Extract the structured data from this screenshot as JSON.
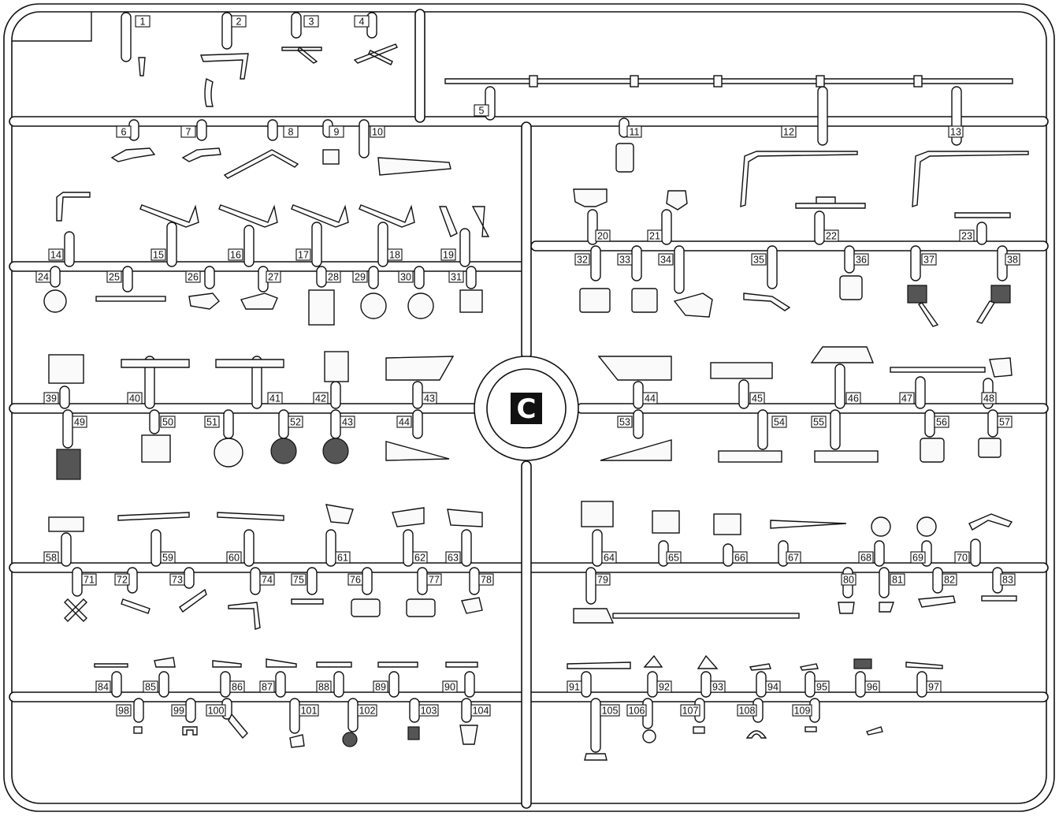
{
  "sprue": {
    "letter": "C",
    "part_numbers": [
      "1",
      "2",
      "3",
      "4",
      "5",
      "6",
      "7",
      "8",
      "9",
      "10",
      "11",
      "12",
      "13",
      "14",
      "15",
      "16",
      "17",
      "18",
      "19",
      "20",
      "21",
      "22",
      "23",
      "24",
      "25",
      "26",
      "27",
      "28",
      "29",
      "30",
      "31",
      "32",
      "33",
      "34",
      "35",
      "36",
      "37",
      "38",
      "39",
      "40",
      "41",
      "42",
      "43",
      "44",
      "45",
      "46",
      "47",
      "48",
      "49",
      "50",
      "51",
      "52",
      "43",
      "44",
      "53",
      "54",
      "55",
      "56",
      "57",
      "58",
      "59",
      "60",
      "61",
      "62",
      "63",
      "64",
      "65",
      "66",
      "67",
      "68",
      "69",
      "70",
      "71",
      "72",
      "73",
      "74",
      "75",
      "76",
      "77",
      "78",
      "79",
      "80",
      "81",
      "82",
      "83",
      "84",
      "85",
      "86",
      "87",
      "88",
      "89",
      "90",
      "91",
      "92",
      "93",
      "94",
      "95",
      "96",
      "97",
      "98",
      "99",
      "100",
      "101",
      "102",
      "103",
      "104",
      "105",
      "106",
      "107",
      "108",
      "109"
    ]
  }
}
